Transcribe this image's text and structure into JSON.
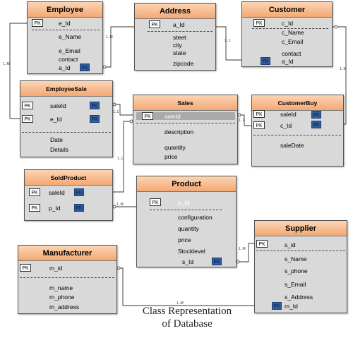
{
  "entities": {
    "employee": {
      "title": "Employee",
      "pk": "PK",
      "fk": "FK",
      "fields": [
        "e_Id",
        "e_Name",
        "e_Email",
        "contact",
        "a_Id"
      ]
    },
    "address": {
      "title": "Address",
      "pk": "PK",
      "fields": [
        "a_Id",
        "steet",
        "city",
        "state",
        "zipcode"
      ]
    },
    "customer": {
      "title": "Customer",
      "pk": "PK",
      "fk": "FK",
      "fields": [
        "c_Id",
        "c_Name",
        "c_Email",
        "contact",
        "a_Id"
      ]
    },
    "employeesale": {
      "title": "EmployeeSale",
      "pk": "PK",
      "fk": "FK",
      "fields": [
        "saleId",
        "e_Id",
        "Date",
        "Details"
      ]
    },
    "sales": {
      "title": "Sales",
      "pk": "PK",
      "fields": [
        "saleId",
        "description",
        "quantity",
        "price"
      ]
    },
    "customerbuy": {
      "title": "CustomerBuy",
      "pk": "PK",
      "fk": "FK",
      "fields": [
        "saleId",
        "c_Id",
        "saleDate"
      ]
    },
    "soldproduct": {
      "title": "SoldProduct",
      "pk": "PK",
      "fk": "FK",
      "fields": [
        "saleId",
        "p_Id"
      ]
    },
    "product": {
      "title": "Product",
      "pk": "PK",
      "fk": "FK",
      "fields": [
        "p_Id",
        "configuration",
        "quantity",
        "price",
        "Stocklevel",
        "s_Id"
      ]
    },
    "manufacturer": {
      "title": "Manufacturer",
      "pk": "PK",
      "fields": [
        "m_id",
        "m_name",
        "m_phone",
        "m_address"
      ]
    },
    "supplier": {
      "title": "Supplier",
      "pk": "PK",
      "fk": "FK",
      "fields": [
        "s_id",
        "s_Name",
        "s_phone",
        "s_Email",
        "s_Address",
        "m_Id"
      ]
    }
  },
  "cardinalities": {
    "emp_addr": "1..M",
    "emp_empsale": "1..M",
    "addr_cust": "1..1",
    "cust_custbuy": "1..M",
    "empsale_sales": "1..1",
    "sales_custbuy": "1..1",
    "sales_soldproduct": "1..1",
    "soldproduct_product": "1..M",
    "product_supplier": "1..M",
    "manufacturer_supplier": "1..M"
  },
  "caption": {
    "line1": "Class Representation",
    "line2": "of Database"
  },
  "colors": {
    "header_top": "#fbd5b5",
    "header_bottom": "#f4a873",
    "body": "#d9d9d9",
    "fk": "#2f5d9e"
  }
}
